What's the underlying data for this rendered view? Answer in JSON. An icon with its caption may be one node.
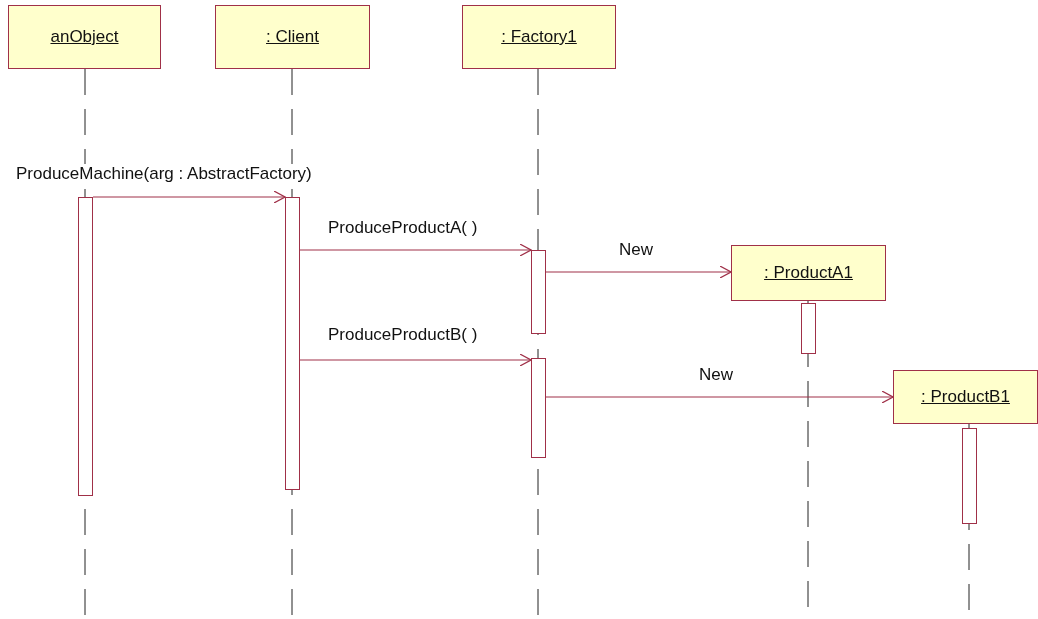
{
  "diagram": {
    "nodes": [
      {
        "text": [
          "anObject"
        ]
      },
      {
        "text": [
          ": Client"
        ]
      },
      {
        "text": [
          ": Factory1"
        ]
      },
      {
        "text": [
          ": ProductA1"
        ]
      },
      {
        "text": [
          ": ProductB1"
        ]
      },
      {
        "text": [],
        "shape": "bar"
      },
      {
        "text": [],
        "shape": "bar"
      },
      {
        "text": [],
        "shape": "bar"
      },
      {
        "text": [],
        "shape": "bar"
      },
      {
        "text": [],
        "shape": "bar"
      },
      {
        "text": [],
        "shape": "bar"
      }
    ],
    "edges": [
      {
        "from": 5,
        "to": 6,
        "arrow": "to",
        "label": "ProduceMachine(arg : AbstractFactory)"
      },
      {
        "from": 6,
        "to": 7,
        "arrow": "to",
        "label": "ProduceProductA( )"
      },
      {
        "from": 7,
        "to": 3,
        "arrow": "to",
        "label": "New"
      },
      {
        "from": 6,
        "to": 8,
        "arrow": "to",
        "label": "ProduceProductB( )"
      },
      {
        "from": 8,
        "to": 4,
        "arrow": "to",
        "label": "New"
      }
    ]
  }
}
